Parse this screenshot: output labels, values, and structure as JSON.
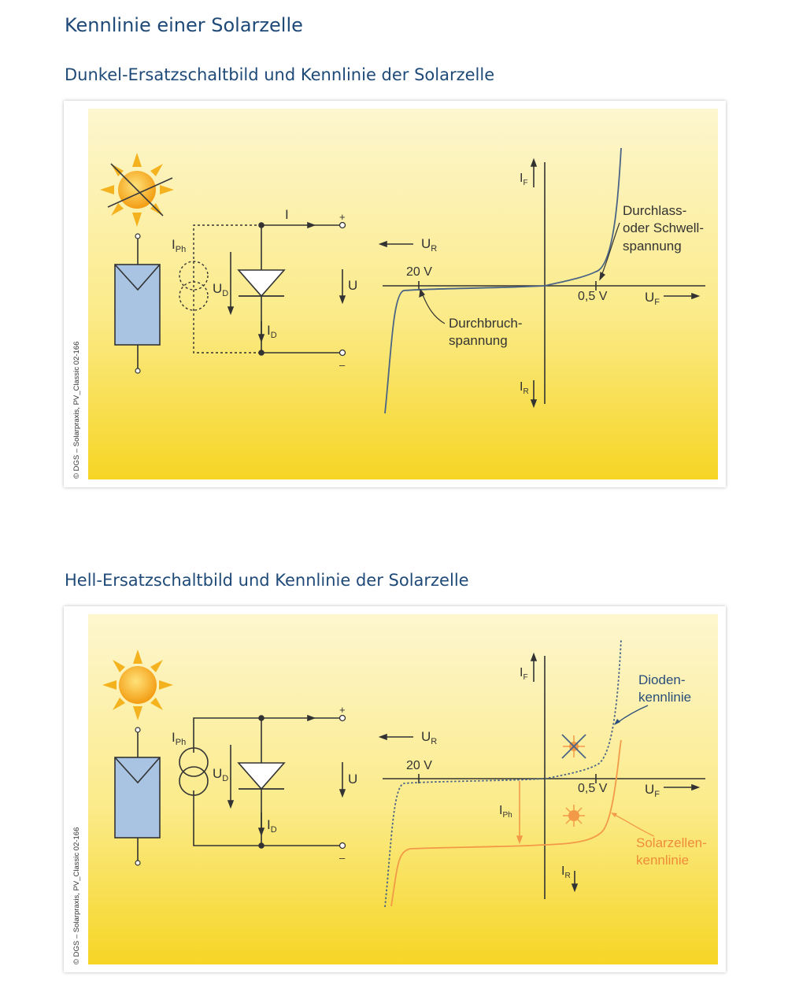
{
  "page": {
    "title": "Kennlinie einer Solarzelle"
  },
  "figures": [
    {
      "heading": "Dunkel-Ersatzschaltbild und Kennlinie der Solarzelle",
      "copyright": "© DGS – Solarpraxis, PV_Classic 02-166",
      "labels": {
        "i_ph": "I",
        "i_ph_sub": "Ph",
        "u_d": "U",
        "u_d_sub": "D",
        "i_d": "I",
        "i_d_sub": "D",
        "i": "I",
        "u": "U",
        "plus": "+",
        "minus": "–",
        "i_f": "I",
        "i_f_sub": "F",
        "i_r": "I",
        "i_r_sub": "R",
        "u_r": "U",
        "u_r_sub": "R",
        "u_f": "U",
        "u_f_sub": "F",
        "tick_20v": "20 V",
        "tick_05v": "0,5 V",
        "durchlass_1": "Durchlass-",
        "durchlass_2": "oder Schwell-",
        "durchlass_3": "spannung",
        "durchbruch_1": "Durchbruch-",
        "durchbruch_2": "spannung"
      }
    },
    {
      "heading": "Hell-Ersatzschaltbild und Kennlinie der Solarzelle",
      "copyright": "© DGS – Solarpraxis, PV_Classic 02-166",
      "labels": {
        "i_ph": "I",
        "i_ph_sub": "Ph",
        "u_d": "U",
        "u_d_sub": "D",
        "i_d": "I",
        "i_d_sub": "D",
        "u": "U",
        "plus": "+",
        "minus": "–",
        "i_f": "I",
        "i_f_sub": "F",
        "i_r": "I",
        "i_r_sub": "R",
        "u_r": "U",
        "u_r_sub": "R",
        "u_f": "U",
        "u_f_sub": "F",
        "tick_20v": "20 V",
        "tick_05v": "0,5 V",
        "iph_curve": "I",
        "iph_curve_sub": "Ph",
        "dioden_1": "Dioden-",
        "dioden_2": "kennlinie",
        "solar_1": "Solarzellen-",
        "solar_2": "kennlinie"
      }
    }
  ],
  "colors": {
    "heading": "#1f4a78",
    "bg_top": "#fdf6cf",
    "bg_bottom": "#f6d524",
    "curve_dark": "#4a6585",
    "curve_orange": "#f39a48",
    "orange_text": "#ef8c3a",
    "cell_fill": "#a8c4e2",
    "diode_fill": "#ffffff",
    "sun": "#f6a21e"
  }
}
